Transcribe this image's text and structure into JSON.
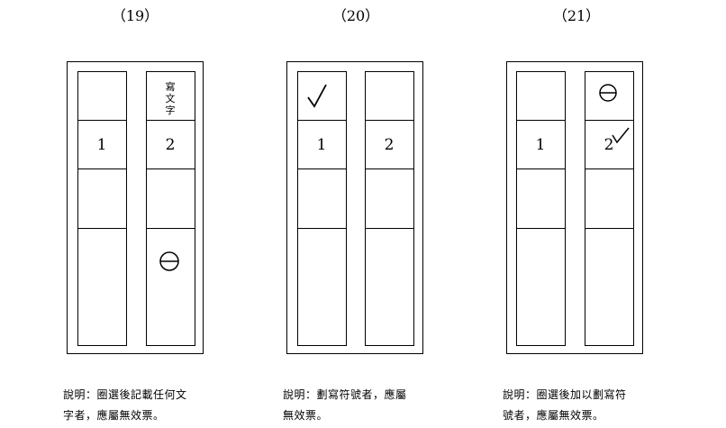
{
  "figures": [
    {
      "label": "（19）",
      "cells": {
        "left_number": "1",
        "right_number": "2",
        "written_text": "寫文字"
      },
      "caption_lines": [
        "說明：圈選後記載任何文",
        "字者，應屬無效票。"
      ]
    },
    {
      "label": "（20）",
      "cells": {
        "left_number": "1",
        "right_number": "2"
      },
      "caption_lines": [
        "說明：劃寫符號者，應屬",
        "無效票。"
      ]
    },
    {
      "label": "（21）",
      "cells": {
        "left_number": "1",
        "right_number": "2"
      },
      "caption_lines": [
        "說明：圈選後加以劃寫符",
        "號者，應屬無效票。"
      ]
    }
  ]
}
